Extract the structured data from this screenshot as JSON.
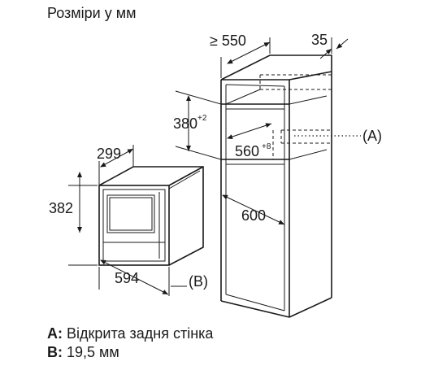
{
  "title": "Розміри у мм",
  "dimensions": {
    "oven_depth": "299",
    "oven_height": "382",
    "oven_width": "594",
    "cabinet_depth": "≥ 550",
    "cabinet_gap": "35",
    "niche_height": "380",
    "niche_height_tol": "+2",
    "niche_width": "560",
    "niche_width_tol": "+8",
    "cabinet_width": "600"
  },
  "markers": {
    "a": "(A)",
    "b": "(B)"
  },
  "legend": {
    "a_key": "A:",
    "a_text": " Відкрита задня стінка",
    "b_key": "B:",
    "b_text": " 19,5 мм"
  }
}
